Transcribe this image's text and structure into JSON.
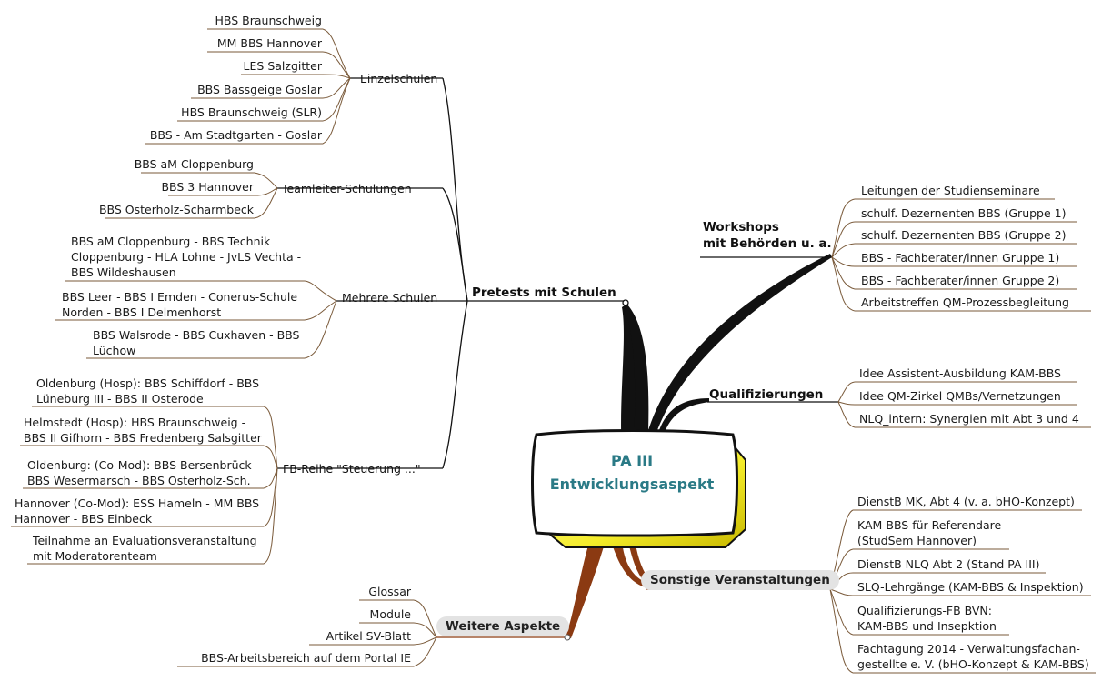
{
  "central": {
    "line1": "PA III",
    "line2": "Entwicklungsaspekt"
  },
  "pretests": {
    "label": "Pretests mit Schulen",
    "einzelschulen": {
      "label": "Einzelschulen",
      "items": [
        "HBS Braunschweig",
        "MM BBS Hannover",
        "LES Salzgitter",
        "BBS Bassgeige Goslar",
        "HBS Braunschweig (SLR)",
        "BBS - Am Stadtgarten - Goslar"
      ]
    },
    "teamleiter": {
      "label": "Teamleiter-Schulungen",
      "items": [
        "BBS aM Cloppenburg",
        "BBS 3 Hannover",
        "BBS Osterholz-Scharmbeck"
      ]
    },
    "mehrere": {
      "label": "Mehrere Schulen",
      "items": [
        "BBS aM Cloppenburg - BBS Technik\nCloppenburg - HLA Lohne - JvLS Vechta -\nBBS Wildeshausen",
        "BBS Leer - BBS I Emden - Conerus-Schule\nNorden - BBS I Delmenhorst",
        "BBS Walsrode - BBS Cuxhaven - BBS\nLüchow"
      ]
    },
    "fbreihe": {
      "label": "FB-Reihe \"Steuerung ...\"",
      "items": [
        "Oldenburg (Hosp): BBS Schiffdorf - BBS\nLüneburg III - BBS II Osterode",
        "Helmstedt (Hosp): HBS Braunschweig -\nBBS II Gifhorn - BBS Fredenberg Salsgitter",
        "Oldenburg: (Co-Mod): BBS Bersenbrück -\nBBS Wesermarsch - BBS Osterholz-Sch.",
        "Hannover (Co-Mod): ESS Hameln - MM BBS\nHannover - BBS Einbeck",
        "Teilnahme an Evaluationsveranstaltung\nmit Moderatorenteam"
      ]
    }
  },
  "workshops": {
    "label": "Workshops\nmit Behörden u. a.",
    "items": [
      "Leitungen der Studienseminare",
      "schulf. Dezernenten BBS (Gruppe 1)",
      "schulf. Dezernenten BBS (Gruppe 2)",
      "BBS - Fachberater/innen Gruppe 1)",
      "BBS - Fachberater/innen Gruppe 2)",
      "Arbeitstreffen QM-Prozessbegleitung"
    ]
  },
  "qualifizierungen": {
    "label": "Qualifizierungen",
    "items": [
      "Idee Assistent-Ausbildung KAM-BBS",
      "Idee QM-Zirkel QMBs/Vernetzungen",
      "NLQ_intern: Synergien mit Abt 3 und 4"
    ]
  },
  "sonstige": {
    "label": "Sonstige Veranstaltungen",
    "items": [
      "DienstB MK, Abt 4 (v. a. bHO-Konzept)",
      "KAM-BBS für Referendare\n(StudSem Hannover)",
      "DienstB NLQ Abt 2 (Stand PA III)",
      "SLQ-Lehrgänge (KAM-BBS & Inspektion)",
      "Qualifizierungs-FB BVN:\nKAM-BBS und Insepktion",
      "Fachtagung 2014 - Verwaltungsfachan-\ngestellte e. V. (bHO-Konzept & KAM-BBS)"
    ]
  },
  "weitere": {
    "label": "Weitere Aspekte",
    "items": [
      "Glossar",
      "Module",
      "Artikel SV-Blatt",
      "BBS-Arbeitsbereich auf dem Portal IE"
    ]
  },
  "colors": {
    "branch_black": "#111111",
    "branch_brown": "#8b3a12",
    "leaf_line": "#7a5a3a",
    "central_text": "#2a7a86",
    "central_fill": "#f4ec2a",
    "pill_bg": "#e3e3e3"
  }
}
